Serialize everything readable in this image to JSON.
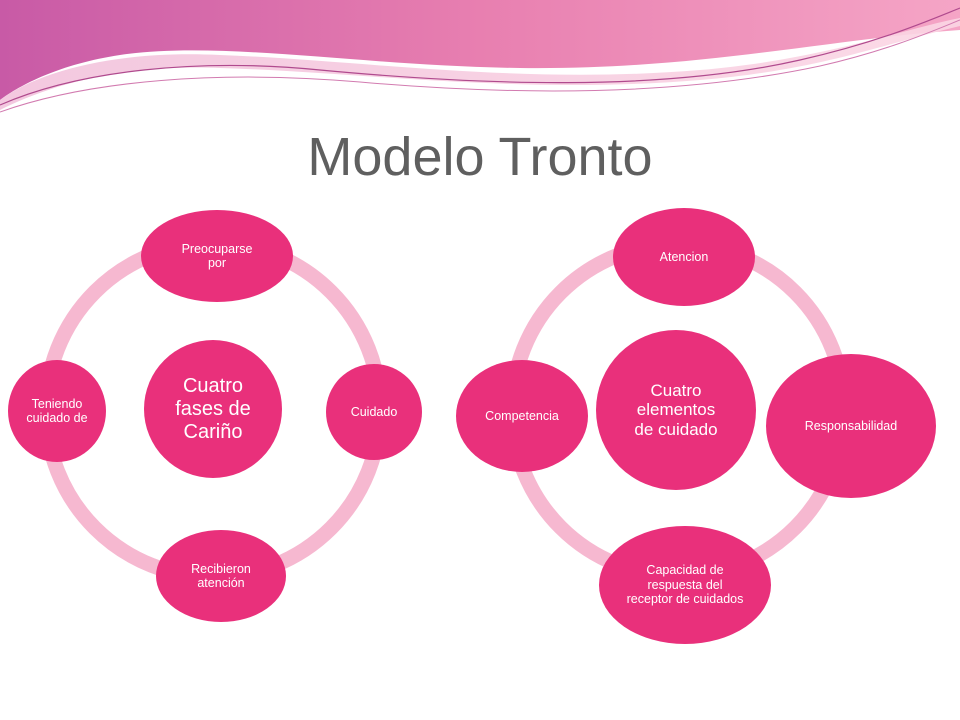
{
  "title": "Modelo Tronto",
  "colors": {
    "node_fill": "#e9307b",
    "ring": "#f6b8d0",
    "title_text": "#5f5f5f",
    "banner_pink": "#e86aa6",
    "banner_light": "#f6b3cf"
  },
  "left_cycle": {
    "center": "Cuatro fases de Cariño",
    "nodes": [
      "Preocuparse por",
      "Cuidado",
      "Recibieron atención",
      "Teniendo cuidado de"
    ]
  },
  "right_cycle": {
    "center": "Cuatro elementos de cuidado",
    "nodes": [
      "Atencion",
      "Responsabilidad",
      "Capacidad de respuesta del receptor de cuidados",
      "Competencia"
    ]
  }
}
